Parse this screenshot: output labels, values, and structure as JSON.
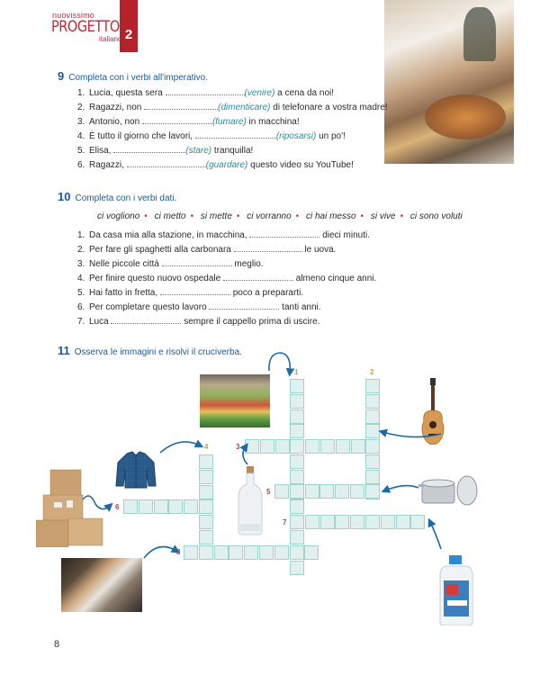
{
  "header": {
    "logo_small": "nuovissimo",
    "logo_big": "PROGETTO",
    "logo_sub": "italiano",
    "volume": "2"
  },
  "ex9": {
    "number": "9",
    "title": "Completa con i verbi all'imperativo.",
    "items": [
      {
        "n": "1.",
        "before": "Lucia, questa sera ",
        "hint": "(venire)",
        "after": " a cena da noi!"
      },
      {
        "n": "2.",
        "before": "Ragazzi, non ",
        "hint": "(dimenticare)",
        "after": " di telefonare a vostra madre!"
      },
      {
        "n": "3.",
        "before": "Antonio, non ",
        "hint": "(fumare)",
        "after": " in macchina!"
      },
      {
        "n": "4.",
        "before": "È tutto il giorno che lavori, ",
        "hint": "(riposarsi)",
        "after": " un po'!"
      },
      {
        "n": "5.",
        "before": "Elisa, ",
        "hint": "(stare)",
        "after": " tranquilla!"
      },
      {
        "n": "6.",
        "before": "Ragazzi, ",
        "hint": "(guardare)",
        "after": " questo video su YouTube!"
      }
    ]
  },
  "ex10": {
    "number": "10",
    "title": "Completa con i verbi dati.",
    "verbs": [
      "ci vogliono",
      "ci metto",
      "si mette",
      "ci vorranno",
      "ci hai messo",
      "si vive",
      "ci sono voluti"
    ],
    "items": [
      {
        "n": "1.",
        "before": "Da casa mia alla stazione, in macchina, ",
        "after": " dieci minuti."
      },
      {
        "n": "2.",
        "before": "Per fare gli spaghetti alla carbonara ",
        "after": " le uova."
      },
      {
        "n": "3.",
        "before": "Nelle piccole città ",
        "after": " meglio."
      },
      {
        "n": "4.",
        "before": "Per finire questo nuovo ospedale ",
        "after": " almeno cinque anni."
      },
      {
        "n": "5.",
        "before": "Hai fatto in fretta, ",
        "after": " poco a prepararti."
      },
      {
        "n": "6.",
        "before": "Per completare questo lavoro ",
        "after": " tanti anni."
      },
      {
        "n": "7.",
        "before": "Luca ",
        "after": " sempre il cappello prima di uscire."
      }
    ]
  },
  "ex11": {
    "number": "11",
    "title": "Osserva le immagini e risolvi il cruciverba.",
    "clues": {
      "c1": "1",
      "c2": "2",
      "c3": "3",
      "c4": "4",
      "c5": "5",
      "c6": "6",
      "c7": "7",
      "c8": "8"
    },
    "images": [
      "market-photo",
      "guitar",
      "shirt",
      "bottle",
      "pot",
      "boxes",
      "detergent",
      "carnival-masks"
    ]
  },
  "page_number": "8"
}
